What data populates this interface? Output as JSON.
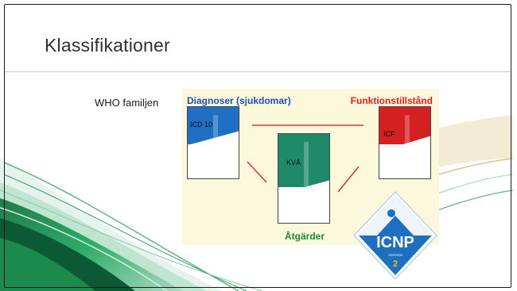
{
  "slide": {
    "title": "Klassifikationer",
    "subtitle": "WHO familjen"
  },
  "diagram": {
    "headers": {
      "left": "Diagnoser (sjukdomar)",
      "right": "Funktionstillstånd",
      "bottom": "Åtgärder"
    },
    "books": {
      "icd": {
        "label": "ICD 10",
        "color": "#1f6fc4"
      },
      "icf": {
        "label": "ICF",
        "color": "#d42020"
      },
      "kva": {
        "label": "KVÅ",
        "color": "#1f8a6a"
      }
    },
    "colors": {
      "left_header": "#1e4fb0",
      "right_header": "#e02020",
      "bottom_header": "#1a8a3a",
      "connector": "#e03030",
      "background": "#fbf8dc"
    }
  },
  "badge": {
    "text": "ICNP",
    "version_label": "VERSION",
    "version": "2",
    "color": "#1e6fc0"
  }
}
